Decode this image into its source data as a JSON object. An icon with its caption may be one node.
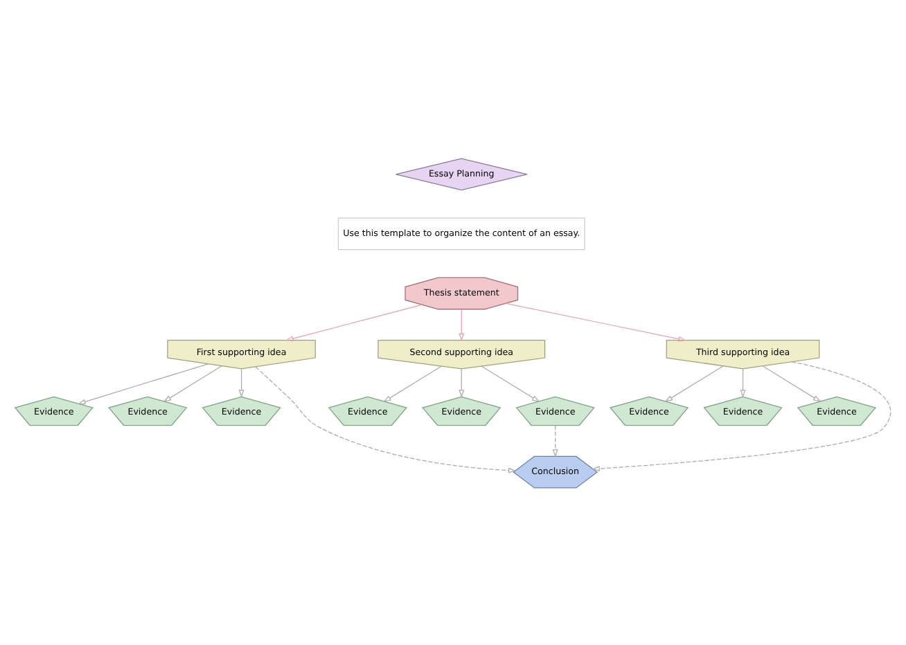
{
  "diagram": {
    "nodes": [
      {
        "text": [
          "Essay Planning"
        ]
      },
      {
        "text": [
          "Use this template to organize the content of an essay."
        ]
      },
      {
        "text": [
          "Thesis statement"
        ]
      },
      {
        "text": [
          "First supporting idea"
        ]
      },
      {
        "text": [
          "Second supporting idea"
        ]
      },
      {
        "text": [
          "Third supporting idea"
        ]
      },
      {
        "text": [
          "Evidence"
        ]
      },
      {
        "text": [
          "Evidence"
        ]
      },
      {
        "text": [
          "Evidence"
        ]
      },
      {
        "text": [
          "Evidence"
        ]
      },
      {
        "text": [
          "Evidence"
        ]
      },
      {
        "text": [
          "Evidence"
        ]
      },
      {
        "text": [
          "Evidence"
        ]
      },
      {
        "text": [
          "Evidence"
        ]
      },
      {
        "text": [
          "Evidence"
        ]
      },
      {
        "text": [
          "Conclusion"
        ]
      }
    ],
    "edges": [
      {
        "from": 2,
        "to": 3,
        "arrow": "to",
        "color": "#e8a0a8"
      },
      {
        "from": 2,
        "to": 4,
        "arrow": "to",
        "color": "#e8a0a8"
      },
      {
        "from": 2,
        "to": 5,
        "arrow": "to",
        "color": "#e8a0a8"
      },
      {
        "from": 3,
        "to": 6,
        "arrow": "to"
      },
      {
        "from": 3,
        "to": 7,
        "arrow": "to"
      },
      {
        "from": 3,
        "to": 8,
        "arrow": "to"
      },
      {
        "from": 4,
        "to": 9,
        "arrow": "to"
      },
      {
        "from": 4,
        "to": 11,
        "arrow": "to"
      },
      {
        "from": 4,
        "to": 10,
        "arrow": "to"
      },
      {
        "from": 5,
        "to": 12,
        "arrow": "to"
      },
      {
        "from": 5,
        "to": 13,
        "arrow": "to"
      },
      {
        "from": 5,
        "to": 14,
        "arrow": "to"
      },
      {
        "from": 3,
        "to": 15,
        "arrow": "to",
        "style": "dashed"
      },
      {
        "from": 11,
        "to": 15,
        "arrow": "to",
        "style": "dashed"
      },
      {
        "from": 5,
        "to": 15,
        "arrow": "to",
        "style": "dashed"
      }
    ]
  }
}
